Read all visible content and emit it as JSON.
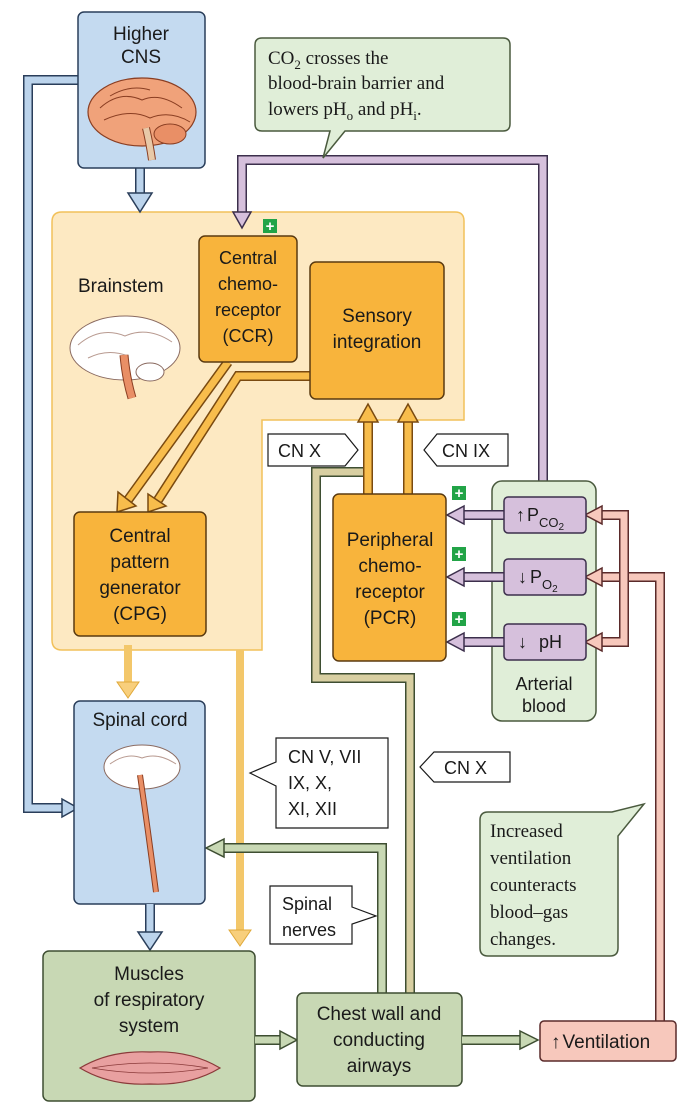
{
  "diagram": {
    "higher_cns": [
      "Higher",
      "CNS"
    ],
    "co2_note": [
      "crosses the",
      "blood-brain barrier and",
      "lowers pH",
      " and pH",
      "."
    ],
    "co2_note_sub": {
      "co2": "2",
      "o": "o",
      "i": "i"
    },
    "brainstem": "Brainstem",
    "ccr": [
      "Central",
      "chemo-",
      "receptor",
      "(CCR)"
    ],
    "sensory": [
      "Sensory",
      "integration"
    ],
    "cpg": [
      "Central",
      "pattern",
      "generator",
      "(CPG)"
    ],
    "pcr": [
      "Peripheral",
      "chemo-",
      "receptor",
      "(PCR)"
    ],
    "cn_x_top": "CN X",
    "cn_ix": "CN IX",
    "cn_x_mid": "CN X",
    "cranial_nerves": [
      "CN V, VII",
      "IX, X,",
      "XI, XII"
    ],
    "spinal_nerves": [
      "Spinal",
      "nerves"
    ],
    "spinal_cord": "Spinal cord",
    "muscles": [
      "Muscles",
      "of respiratory",
      "system"
    ],
    "chest": [
      "Chest wall and",
      "conducting",
      "airways"
    ],
    "ventilation": "Ventilation",
    "ventilation_arrow": "↑",
    "pco2": {
      "arrow": "↑",
      "p": "P",
      "sub": "CO",
      "sub2": "2"
    },
    "po2": {
      "arrow": "↓",
      "p": "P",
      "sub": "O",
      "sub2": "2"
    },
    "ph": {
      "arrow": "↓",
      "label": "pH"
    },
    "arterial": [
      "Arterial",
      "blood"
    ],
    "increased_note": [
      "Increased",
      "ventilation",
      "counteracts",
      "blood–gas",
      "changes."
    ],
    "plus": "+"
  }
}
